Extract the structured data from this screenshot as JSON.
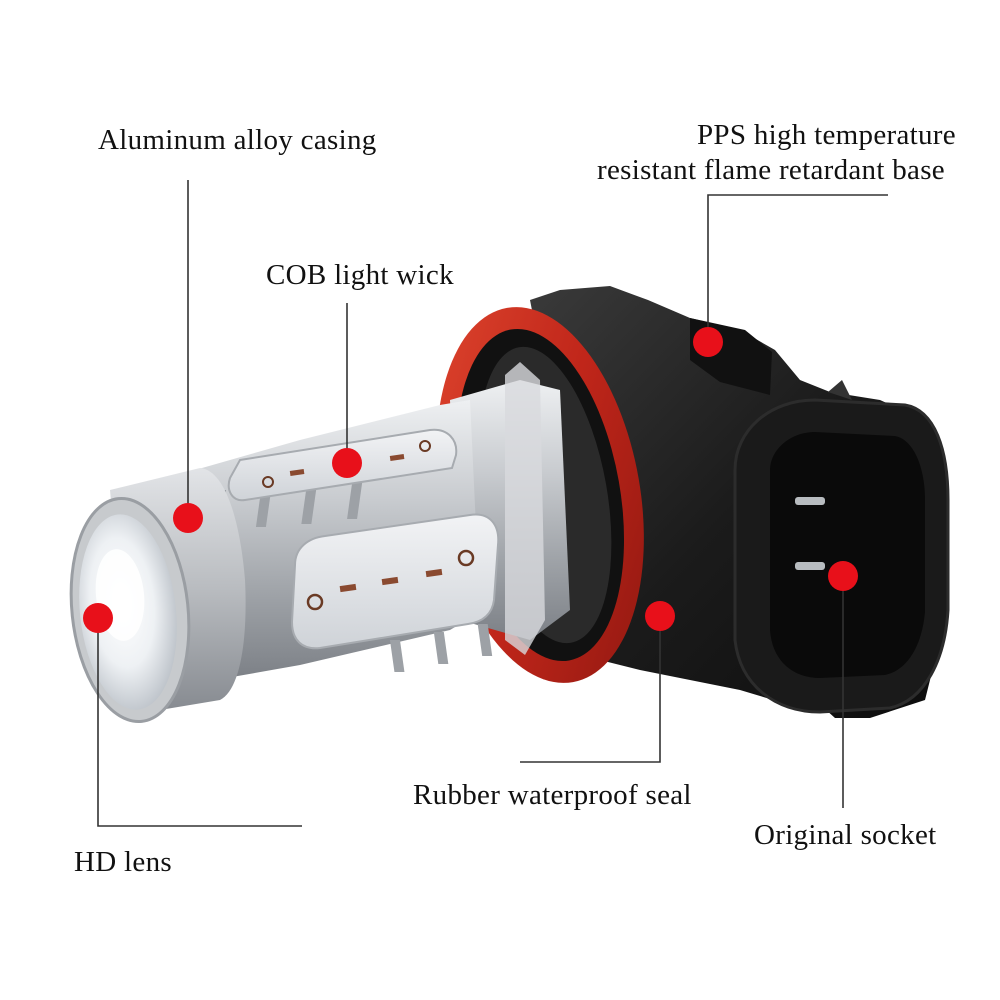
{
  "colors": {
    "hotspot": "#e8101a",
    "seal_ring": "#c8281c",
    "base": "#141414",
    "casing": "#c4c7ca",
    "leader_line": "#333333",
    "background": "#ffffff"
  },
  "labels": {
    "aluminum_casing": "Aluminum alloy casing",
    "cob_wick": "COB light  wick",
    "pps_base_line1": "PPS high temperature",
    "pps_base_line2": "resistant flame retardant base",
    "rubber_seal": "Rubber waterproof seal",
    "original_socket": "Original socket",
    "hd_lens": "HD lens"
  }
}
